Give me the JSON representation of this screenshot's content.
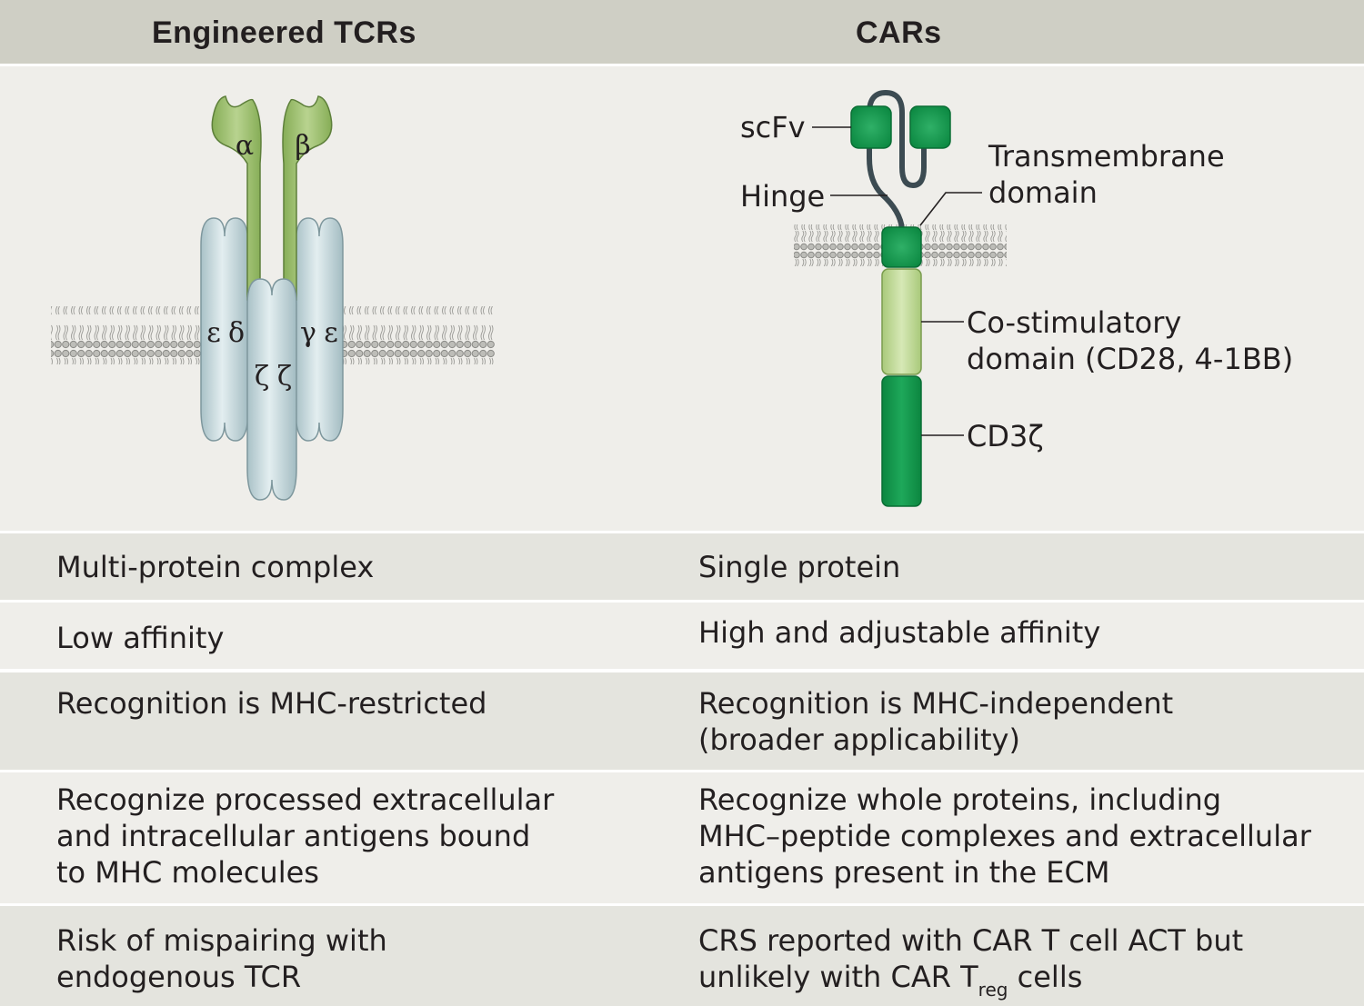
{
  "header": {
    "left_title": "Engineered TCRs",
    "right_title": "CARs"
  },
  "tcr_diagram": {
    "alpha": "α",
    "beta": "β",
    "epsilon_left": "ε",
    "delta": "δ",
    "gamma": "γ",
    "epsilon_right": "ε",
    "zeta_left": "ζ",
    "zeta_right": "ζ"
  },
  "car_diagram": {
    "scfv": "scFv",
    "hinge": "Hinge",
    "transmembrane_line1": "Transmembrane",
    "transmembrane_line2": "domain",
    "costim_line1": "Co-stimulatory",
    "costim_line2": "domain (CD28, 4-1BB)",
    "cd3z": "CD3ζ"
  },
  "colors": {
    "header_bg": "#cfcfc5",
    "row_dark": "#e4e4de",
    "row_light": "#efeeea",
    "tcr_green": "#a6c47a",
    "cd3_blue": "#cfe0e4",
    "car_green": "#119a4e",
    "car_light_green": "#c5dc9c"
  },
  "rows": [
    {
      "left": [
        "Multi-protein complex"
      ],
      "right": [
        "Single protein"
      ]
    },
    {
      "left": [
        "Low affinity"
      ],
      "right": [
        "High and adjustable affinity"
      ]
    },
    {
      "left": [
        "Recognition is MHC-restricted"
      ],
      "right": [
        "Recognition is MHC-independent",
        "(broader applicability)"
      ]
    },
    {
      "left": [
        "Recognize processed extracellular",
        "and intracellular antigens bound",
        "to MHC molecules"
      ],
      "right": [
        "Recognize whole proteins, including",
        "MHC–peptide complexes and extracellular",
        "antigens present in the ECM"
      ]
    },
    {
      "left": [
        "Risk of mispairing with",
        "endogenous TCR"
      ],
      "right_line1": "CRS reported with CAR T cell ACT but",
      "right_line2_pre": "unlikely with CAR T",
      "right_line2_sub": "reg",
      "right_line2_post": " cells"
    }
  ]
}
